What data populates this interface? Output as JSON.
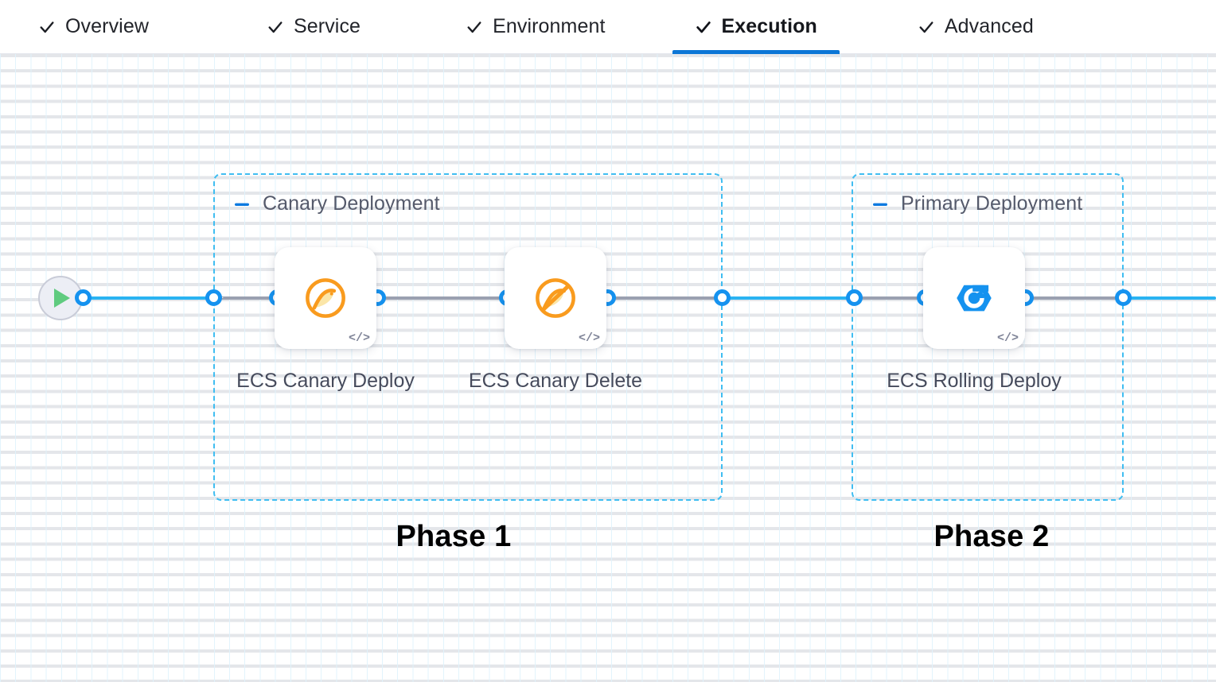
{
  "tabs": [
    {
      "label": "Overview",
      "icon": "check-icon",
      "active": false
    },
    {
      "label": "Service",
      "icon": "check-icon",
      "active": false
    },
    {
      "label": "Environment",
      "icon": "check-icon",
      "active": false
    },
    {
      "label": "Execution",
      "icon": "check-icon",
      "active": true
    },
    {
      "label": "Advanced",
      "icon": "check-icon",
      "active": false
    }
  ],
  "colors": {
    "active_tab_underline": "#0c76d6",
    "group_border": "#3fbdf1",
    "connector_solid": "#29b3f2",
    "connector_dashed": "#9aa0b0",
    "connector_dot": "#1592ef",
    "canary_icon": "#f99b1e",
    "rolling_icon": "#1592ef",
    "start_play": "#5fcb7f"
  },
  "start_node": {
    "icon": "play-icon",
    "label": ""
  },
  "groups": [
    {
      "title": "Canary Deployment",
      "collapse_icon": "minus-icon"
    },
    {
      "title": "Primary Deployment",
      "collapse_icon": "minus-icon"
    }
  ],
  "steps": [
    {
      "label": "ECS Canary Deploy",
      "icon": "canary-deploy-icon",
      "badge": "</>"
    },
    {
      "label": "ECS Canary Delete",
      "icon": "canary-delete-icon",
      "badge": "</>"
    },
    {
      "label": "ECS Rolling Deploy",
      "icon": "rolling-deploy-icon",
      "badge": "</>"
    }
  ],
  "phases": [
    {
      "label": "Phase 1"
    },
    {
      "label": "Phase 2"
    }
  ]
}
